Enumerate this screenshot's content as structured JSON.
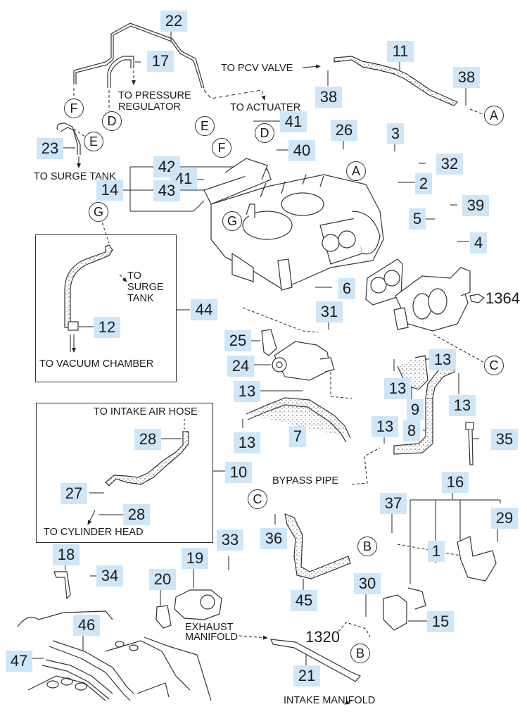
{
  "title": "Intake manifold and vacuum hose parts diagram",
  "colors": {
    "callout_bg": "#cfe6f8",
    "line": "#333333",
    "text": "#1a1a1a"
  },
  "callouts": {
    "c22": "22",
    "c17": "17",
    "c11": "11",
    "c38a": "38",
    "c38b": "38",
    "c41a": "41",
    "c23": "23",
    "c26": "26",
    "c3": "3",
    "c40": "40",
    "c42": "42",
    "c41b": "41",
    "c32": "32",
    "c14": "14",
    "c43": "43",
    "c2": "2",
    "c39": "39",
    "c5": "5",
    "c4": "4",
    "c44": "44",
    "c6": "6",
    "c12": "12",
    "c31": "31",
    "c25": "25",
    "c13a": "13",
    "c24": "24",
    "c13b": "13",
    "c9": "9",
    "c13c": "13",
    "c13d": "13",
    "c13e": "13",
    "c8": "8",
    "c7": "7",
    "c13f": "13",
    "c28a": "28",
    "c35": "35",
    "c10": "10",
    "c16": "16",
    "c27": "27",
    "c28b": "28",
    "c37": "37",
    "c29": "29",
    "c36": "36",
    "c33": "33",
    "c18": "18",
    "c19": "19",
    "c34": "34",
    "c20": "20",
    "c1": "1",
    "c30": "30",
    "c45": "45",
    "c15": "15",
    "c46": "46",
    "c47": "47",
    "c21": "21"
  },
  "plain_numbers": {
    "n1364": "1364",
    "n1320": "1320"
  },
  "notes": {
    "to_pcv_valve": "TO PCV VALVE",
    "to_pressure_regulator_1": "TO PRESSURE",
    "to_pressure_regulator_2": "REGULATOR",
    "to_actuater": "TO ACTUATER",
    "to_surge_tank": "TO SURGE TANK",
    "to_surge_tank_box_1": "TO",
    "to_surge_tank_box_2": "SURGE",
    "to_surge_tank_box_3": "TANK",
    "to_vacuum_chamber": "TO VACUUM CHAMBER",
    "to_intake_air_hose": "TO INTAKE AIR HOSE",
    "to_cylinder_head": "TO CYLINDER HEAD",
    "bypass_pipe": "BYPASS PIPE",
    "exhaust_manifold_1": "EXHAUST",
    "exhaust_manifold_2": "MANIFOLD",
    "intake_manifold": "INTAKE MANIFOLD"
  },
  "refs": {
    "F1": "F",
    "D1": "D",
    "E1": "E",
    "E2": "E",
    "D2": "D",
    "F2": "F",
    "A1": "A",
    "A2": "A",
    "G1": "G",
    "G2": "G",
    "C1": "C",
    "C2": "C",
    "B1": "B",
    "B2": "B"
  }
}
